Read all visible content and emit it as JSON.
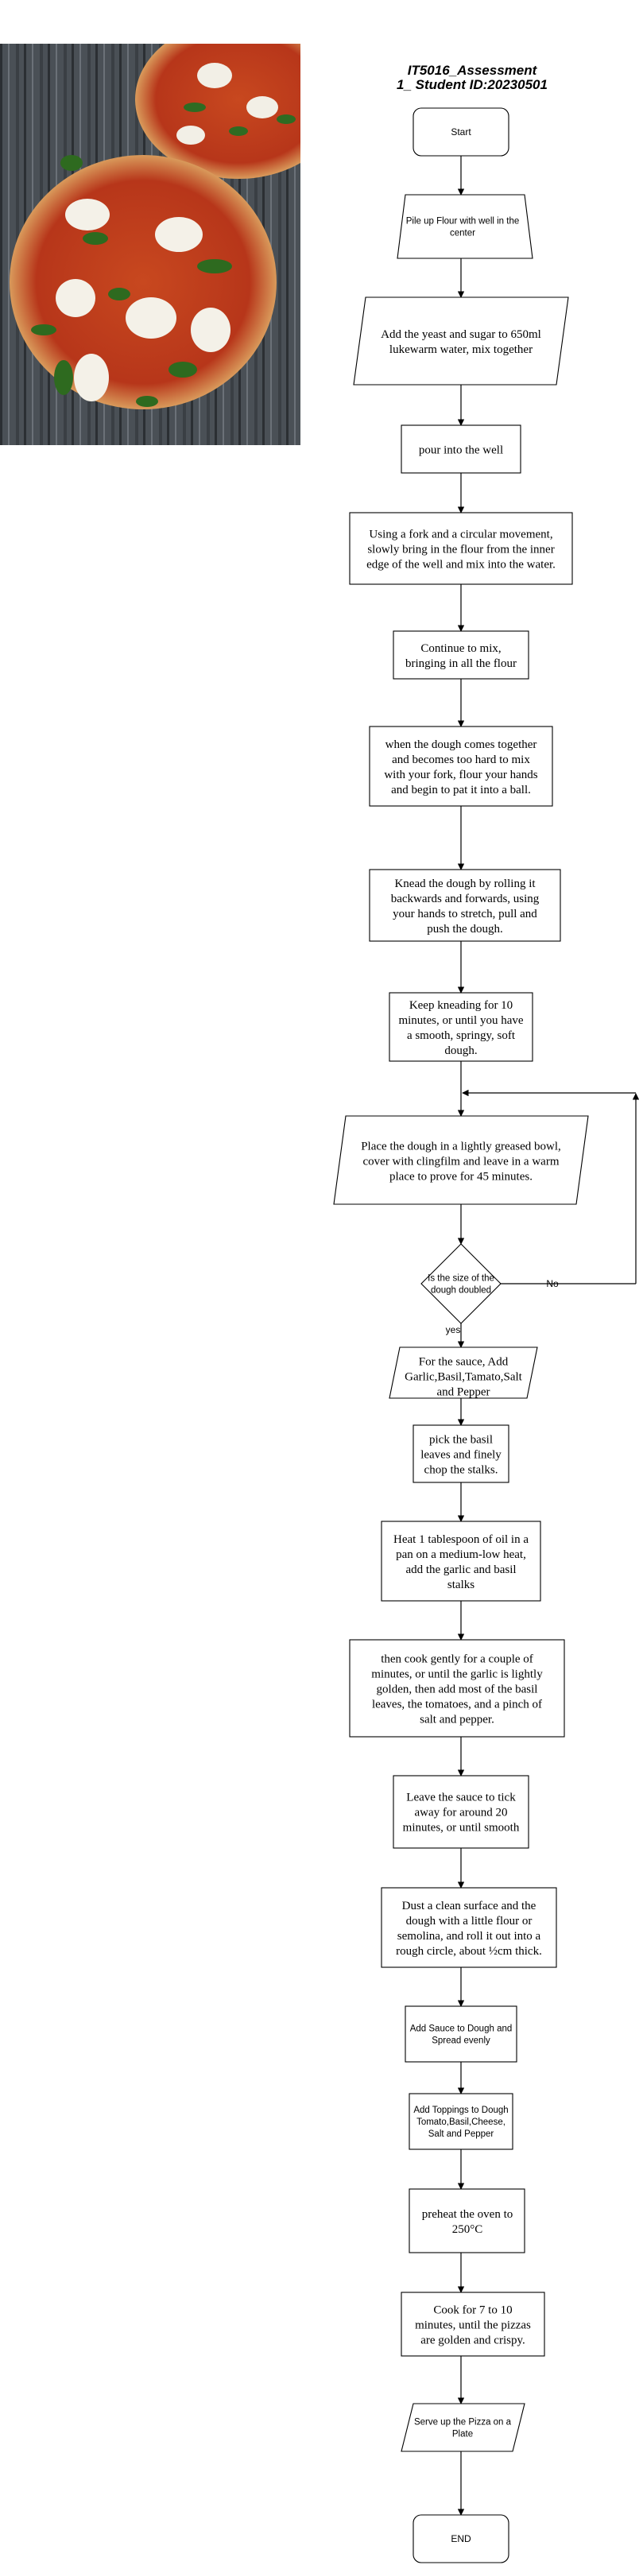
{
  "title_line1": "IT5016_Assessment",
  "title_line2": "1_ Student ID:20230501",
  "labels": {
    "yes": "yes",
    "no": "No"
  },
  "nodes": [
    {
      "id": "start",
      "lines": [
        "Start"
      ]
    },
    {
      "id": "pile-flour",
      "lines": [
        "Pile up Flour with well in the",
        "center"
      ]
    },
    {
      "id": "add-yeast",
      "lines": [
        "Add the yeast and sugar to 650ml",
        "lukewarm water, mix together"
      ]
    },
    {
      "id": "pour-well",
      "lines": [
        "pour into the well"
      ]
    },
    {
      "id": "fork-circular",
      "lines": [
        "Using a fork and a circular movement,",
        "slowly bring in the flour from the inner",
        "edge of the well and mix into the water."
      ]
    },
    {
      "id": "continue-mix",
      "lines": [
        "Continue to mix,",
        "bringing in all the flour"
      ]
    },
    {
      "id": "dough-together",
      "lines": [
        "when the dough comes together",
        "and becomes too hard to mix",
        "with your fork, flour your hands",
        "and begin to pat it into a ball."
      ]
    },
    {
      "id": "knead",
      "lines": [
        "Knead the dough by rolling it",
        "backwards and forwards, using",
        "your hands to stretch, pull and",
        "push the dough."
      ]
    },
    {
      "id": "keep-kneading",
      "lines": [
        "Keep kneading for 10",
        "minutes, or until you have",
        "a smooth, springy, soft",
        "dough."
      ]
    },
    {
      "id": "prove",
      "lines": [
        "Place the dough in a lightly greased bowl,",
        "cover with clingfilm and leave in a warm",
        "place to prove for 45 minutes."
      ]
    },
    {
      "id": "decision",
      "lines": [
        "Is the size of the",
        "dough doubled"
      ]
    },
    {
      "id": "sauce",
      "lines": [
        "For the sauce, Add",
        "Garlic,Basil,Tamato,Salt",
        "and Pepper"
      ]
    },
    {
      "id": "basil",
      "lines": [
        "pick the basil",
        "leaves and finely",
        "chop the stalks."
      ]
    },
    {
      "id": "heat-oil",
      "lines": [
        "Heat 1 tablespoon of oil in a",
        "pan on a medium-low heat,",
        "add the garlic and basil",
        "stalks"
      ]
    },
    {
      "id": "cook-gently",
      "lines": [
        "then cook gently for a couple of",
        "minutes, or until the garlic is lightly",
        "golden, then add most of the basil",
        "leaves, the tomatoes, and a pinch of",
        "salt and pepper."
      ]
    },
    {
      "id": "leave-sauce",
      "lines": [
        "Leave the sauce to tick",
        "away for around 20",
        "minutes, or until smooth"
      ]
    },
    {
      "id": "dust",
      "lines": [
        "Dust a clean surface and the",
        "dough with a little flour or",
        "semolina, and roll it out into a",
        "rough circle, about ½cm thick."
      ]
    },
    {
      "id": "add-sauce",
      "lines": [
        "Add Sauce to Dough and",
        "Spread evenly"
      ]
    },
    {
      "id": "toppings",
      "lines": [
        "Add Toppings to Dough",
        "Tomato,Basil,Cheese,",
        "Salt and Pepper"
      ]
    },
    {
      "id": "preheat",
      "lines": [
        "preheat the oven to",
        "250°C"
      ]
    },
    {
      "id": "cook",
      "lines": [
        "Cook for 7 to 10",
        "minutes, until the pizzas",
        "are golden and crispy."
      ]
    },
    {
      "id": "serve",
      "lines": [
        "Serve up the Pizza on a",
        "Plate"
      ]
    },
    {
      "id": "end",
      "lines": [
        "END"
      ]
    }
  ]
}
